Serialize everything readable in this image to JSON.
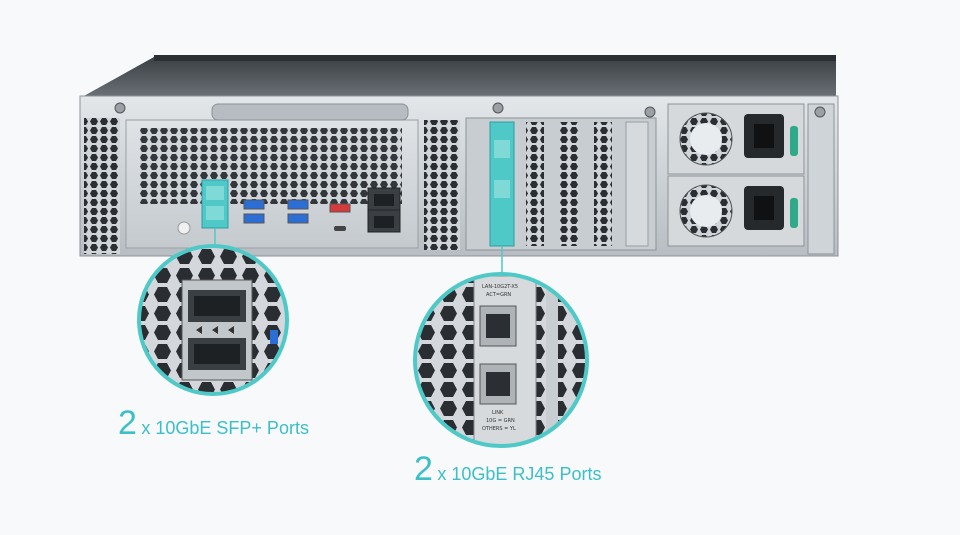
{
  "sfp_caption": {
    "count": "2",
    "text": "x 10GbE SFP+ Ports"
  },
  "rj45_caption": {
    "count": "2",
    "text": "x 10GbE RJ45 Ports"
  },
  "card_label_top": "LAN-10G2T-X5",
  "card_label_act": "ACT=GRN",
  "card_label_link": "LINK",
  "card_label_10g": "10G = GRN",
  "card_label_other": "OTHERS = YL",
  "colors": {
    "accent": "#3dbfc8",
    "chassis": "#c9ced3",
    "highlight": "#4ec9c7"
  },
  "icons": [
    "sfp-port-icon",
    "rj45-port-icon",
    "power-socket-icon",
    "fan-icon",
    "usb-port-icon"
  ]
}
